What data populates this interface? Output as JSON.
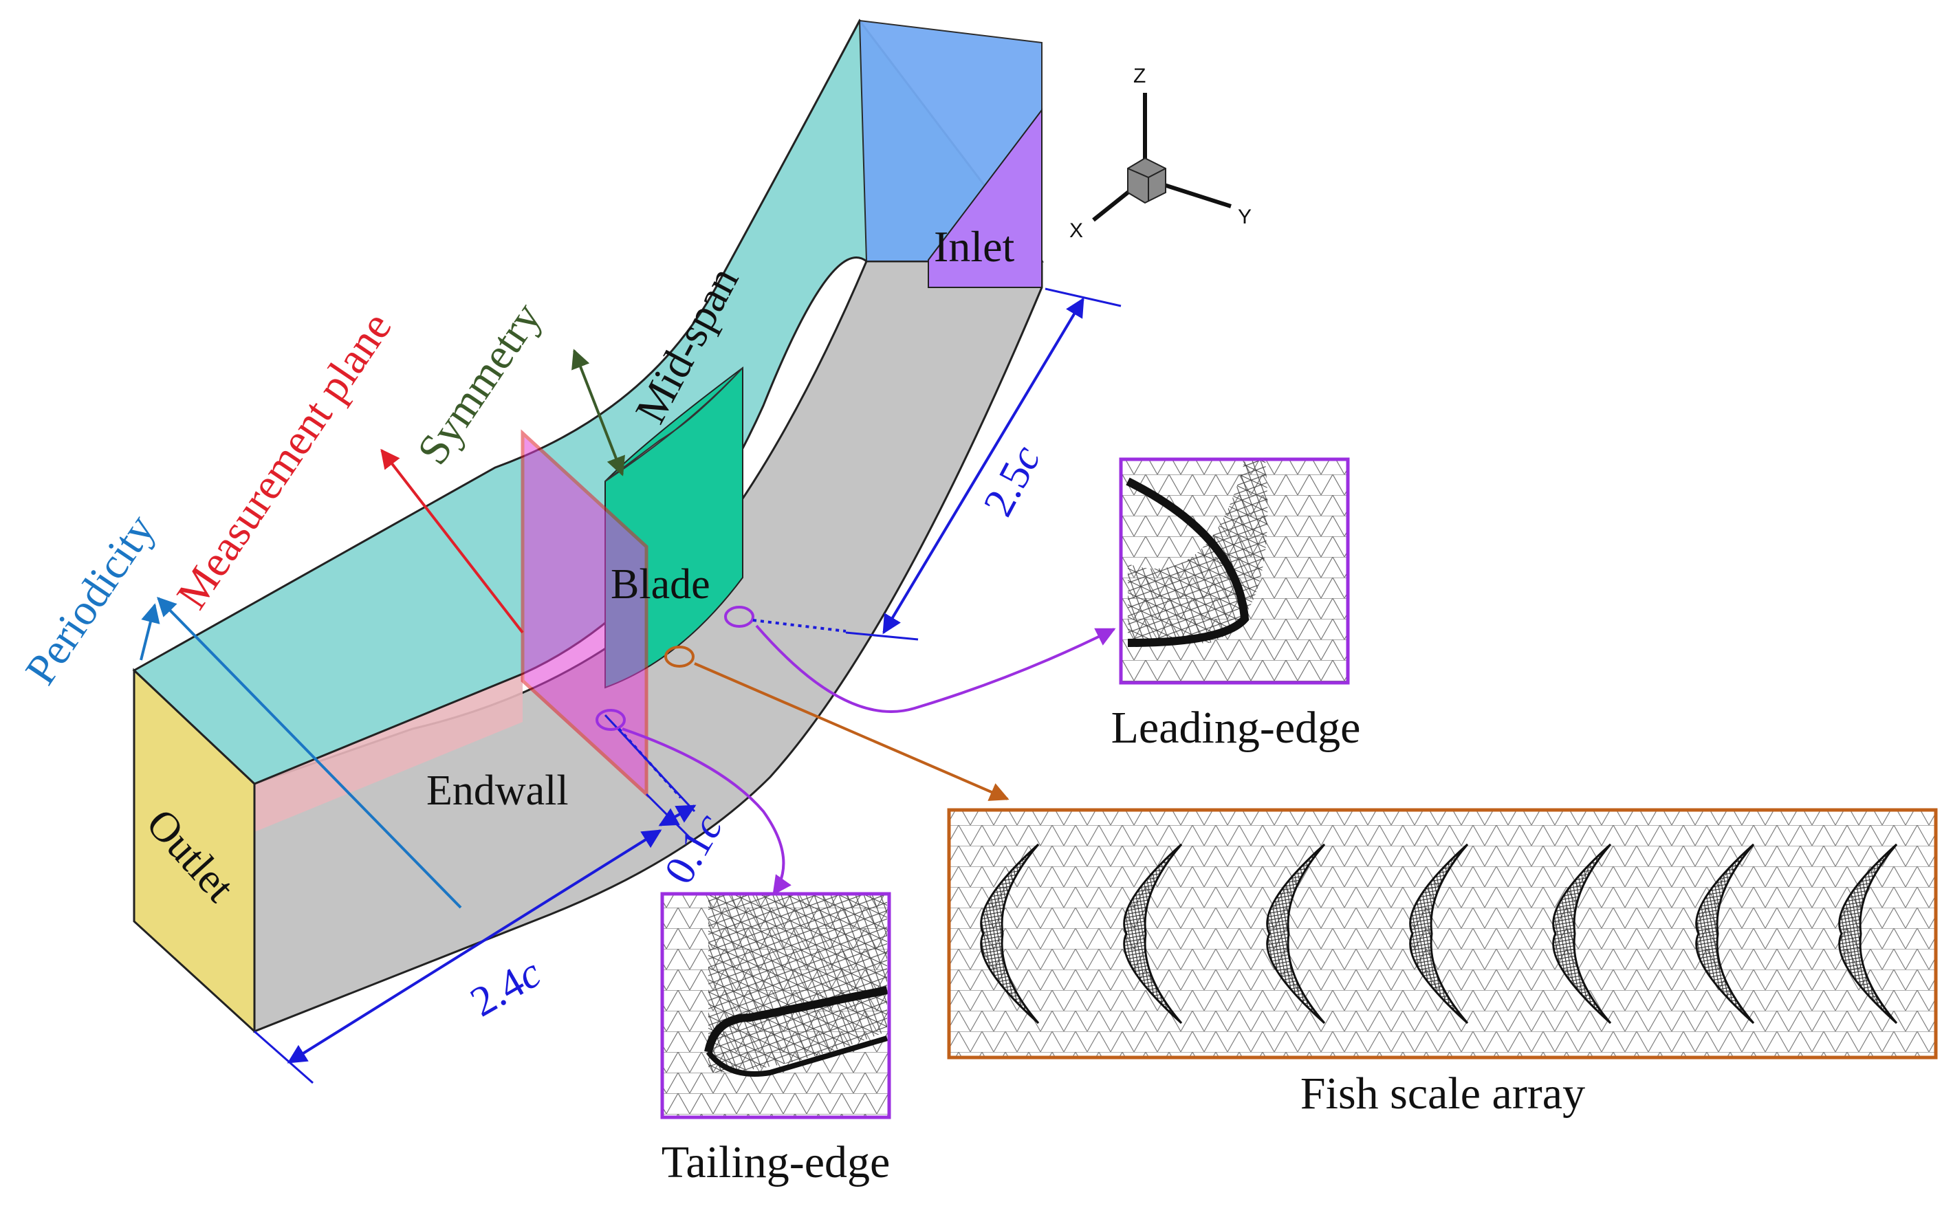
{
  "labels": {
    "inlet": "Inlet",
    "outlet": "Outlet",
    "blade": "Blade",
    "endwall": "Endwall",
    "mid_span": "Mid-span",
    "symmetry": "Symmetry",
    "measurement_plane": "Measurement plane",
    "periodicity": "Periodicity"
  },
  "dimensions": {
    "inlet_distance": {
      "value": "2.5",
      "unit": "c"
    },
    "outlet_distance": {
      "value": "2.4",
      "unit": "c"
    },
    "plane_offset": {
      "value": "0.1",
      "unit": "c"
    }
  },
  "axes": {
    "z": "Z",
    "y": "Y",
    "x": "X"
  },
  "insets": {
    "leading_edge": "Leading-edge",
    "tailing_edge": "Tailing-edge",
    "fish_scale_array": "Fish scale array"
  },
  "fish_scale_count": 7,
  "colors": {
    "top_face": "#8fd9d6",
    "endwall": "#c4c4c4",
    "inlet": "#b47cf7",
    "inlet_top": "#74aaf3",
    "outlet": "#ebdc7e",
    "blade": "#16c79a",
    "measurement_plane": "#e33fd6",
    "dimension_line": "#1a1adb",
    "periodicity": "#1b76c4",
    "measurement": "#e0202a",
    "symmetry": "#3b5b2a",
    "callout_purple": "#9b2fe0",
    "callout_orange": "#c0601a"
  }
}
